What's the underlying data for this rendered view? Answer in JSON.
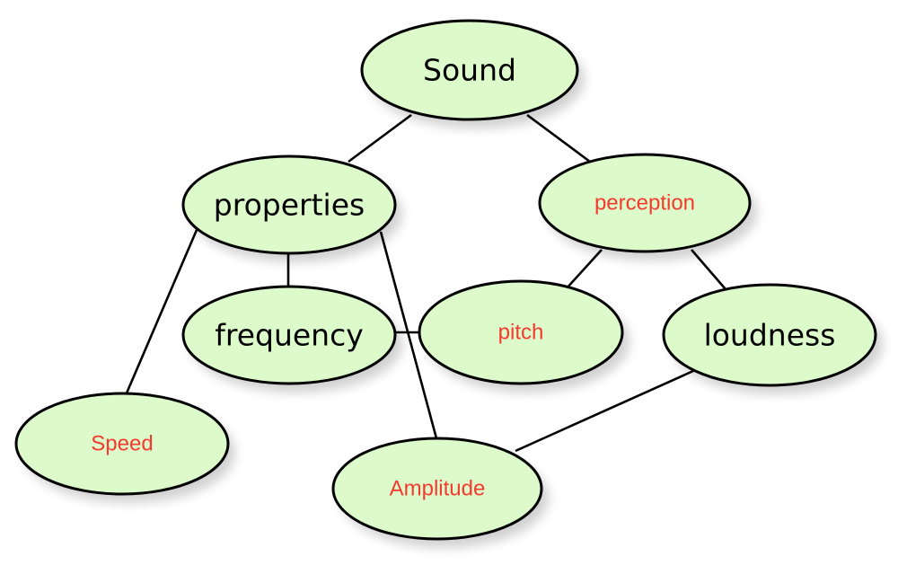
{
  "title": "Sound concept map",
  "colors": {
    "node_fill": "#ddfacb",
    "node_stroke": "#000000",
    "label_dark": "#000000",
    "label_red": "#f4392f"
  },
  "nodes": [
    {
      "id": "sound",
      "label": "Sound",
      "style": "dark"
    },
    {
      "id": "properties",
      "label": "properties",
      "style": "dark"
    },
    {
      "id": "perception",
      "label": "perception",
      "style": "red"
    },
    {
      "id": "frequency",
      "label": "frequency",
      "style": "dark"
    },
    {
      "id": "pitch",
      "label": "pitch",
      "style": "red"
    },
    {
      "id": "loudness",
      "label": "loudness",
      "style": "dark"
    },
    {
      "id": "speed",
      "label": "Speed",
      "style": "red"
    },
    {
      "id": "amplitude",
      "label": "Amplitude",
      "style": "red"
    }
  ],
  "edges": [
    {
      "from": "sound",
      "to": "properties"
    },
    {
      "from": "sound",
      "to": "perception"
    },
    {
      "from": "properties",
      "to": "frequency"
    },
    {
      "from": "properties",
      "to": "speed"
    },
    {
      "from": "properties",
      "to": "amplitude"
    },
    {
      "from": "frequency",
      "to": "pitch"
    },
    {
      "from": "perception",
      "to": "pitch"
    },
    {
      "from": "perception",
      "to": "loudness"
    },
    {
      "from": "loudness",
      "to": "amplitude"
    }
  ]
}
